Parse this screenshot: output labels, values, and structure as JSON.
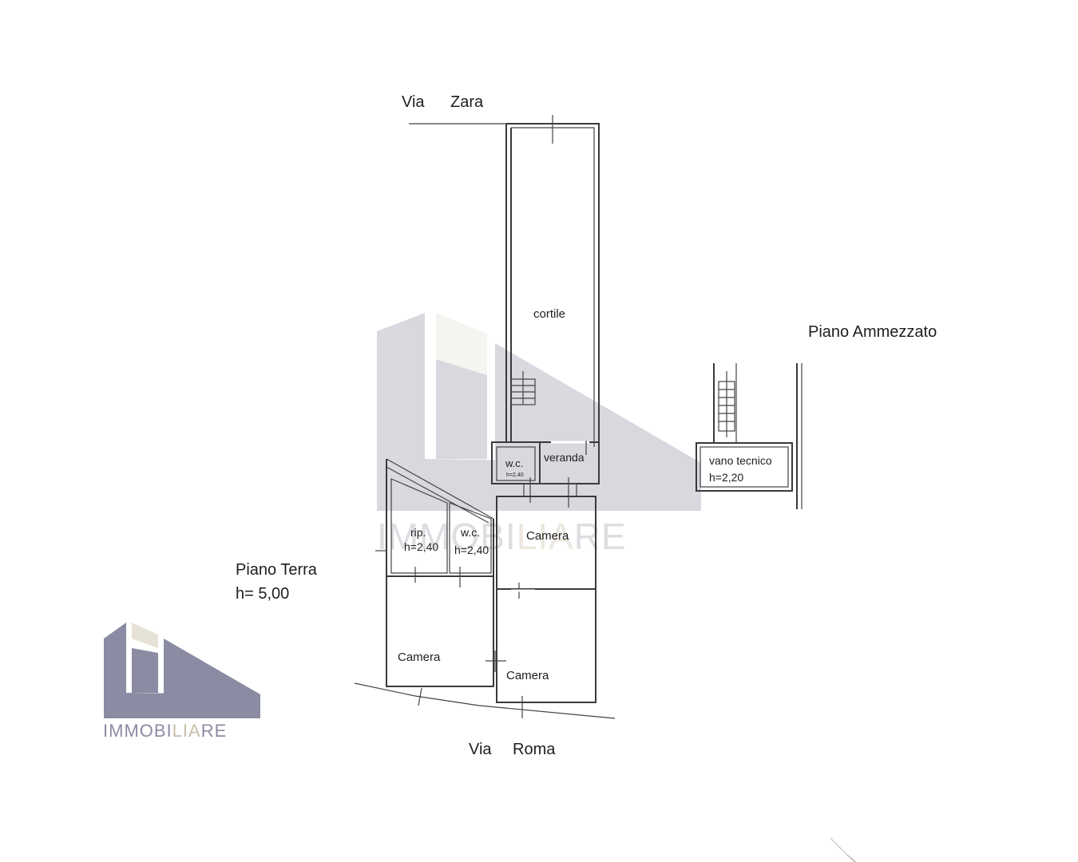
{
  "streets": {
    "north": [
      "Via",
      "Zara"
    ],
    "south": [
      "Via",
      "Roma"
    ]
  },
  "floors": {
    "ground": {
      "name": "Piano Terra",
      "height": "h= 5,00"
    },
    "mezzanine": {
      "name": "Piano Ammezzato"
    }
  },
  "rooms": {
    "cortile": "cortile",
    "veranda": "veranda",
    "wc_small": {
      "name": "w.c.",
      "height": "h=2,40"
    },
    "rip": {
      "name": "rip.",
      "height": "h=2,40"
    },
    "wc": {
      "name": "w.c.",
      "height": "h=2,40"
    },
    "camera_center": "Camera",
    "camera_left": "Camera",
    "camera_bottom": "Camera",
    "vano_tecnico": {
      "name": "vano tecnico",
      "height": "h=2,20"
    }
  },
  "brand": {
    "name_part1": "IMMOBI",
    "name_part2": "LIA",
    "name_part3": "RE",
    "primary_color": "#8b8ba3",
    "accent_color": "#e7e2d6"
  }
}
